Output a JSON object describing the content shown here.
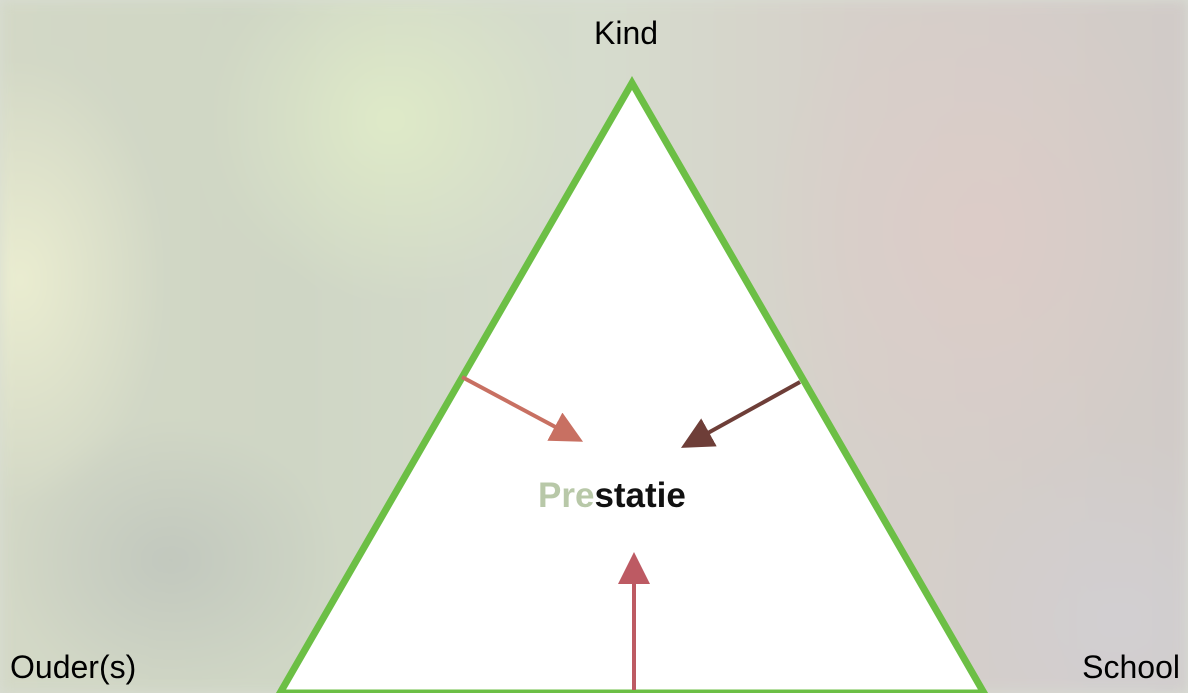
{
  "diagram": {
    "corners": {
      "top": "Kind",
      "bottom_left": "Ouder(s)",
      "bottom_right": "School"
    },
    "center": {
      "prefix": "Pre",
      "suffix": "statie"
    },
    "colors": {
      "triangle_stroke": "#6cbf45",
      "triangle_fill": "#ffffff",
      "arrow_left": "#c87062",
      "arrow_right": "#6e3e38",
      "arrow_bottom": "#bd5a63",
      "center_prefix": "#b8c8a8",
      "center_text": "#111111"
    }
  }
}
